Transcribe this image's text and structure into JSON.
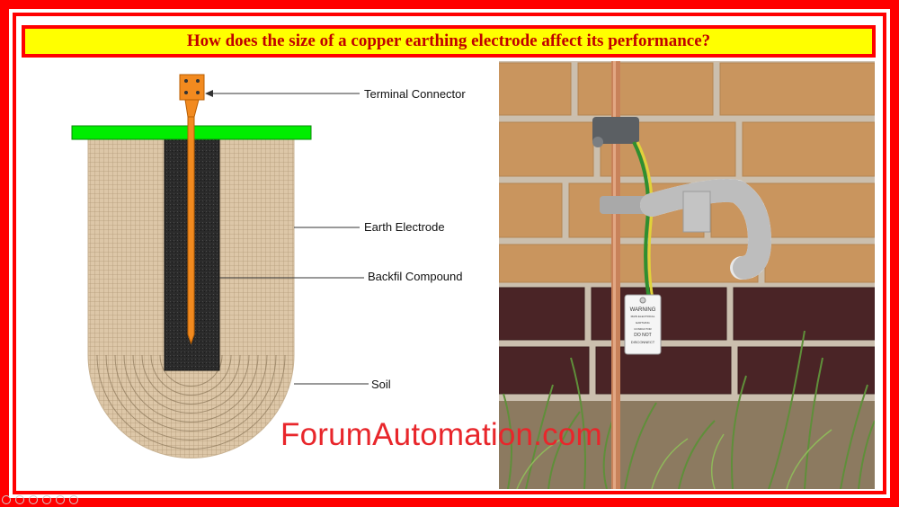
{
  "title": "How does the size of a copper earthing electrode affect its performance?",
  "diagram": {
    "labels": {
      "terminal": "Terminal Connector",
      "electrode": "Earth Electrode",
      "backfill": "Backfil Compound",
      "soil": "Soil"
    },
    "colors": {
      "ground_line": "#00ee00",
      "electrode": "#f28a1f",
      "backfill": "#2a2a2a",
      "soil": "#d9c2a3"
    }
  },
  "photo": {
    "tag_lines": [
      "WARNING",
      "MAIN ELECTRICAL",
      "EARTHING",
      "CONDUCTOR",
      "DO NOT",
      "DISCONNECT"
    ]
  },
  "watermark": "ForumAutomation.com"
}
